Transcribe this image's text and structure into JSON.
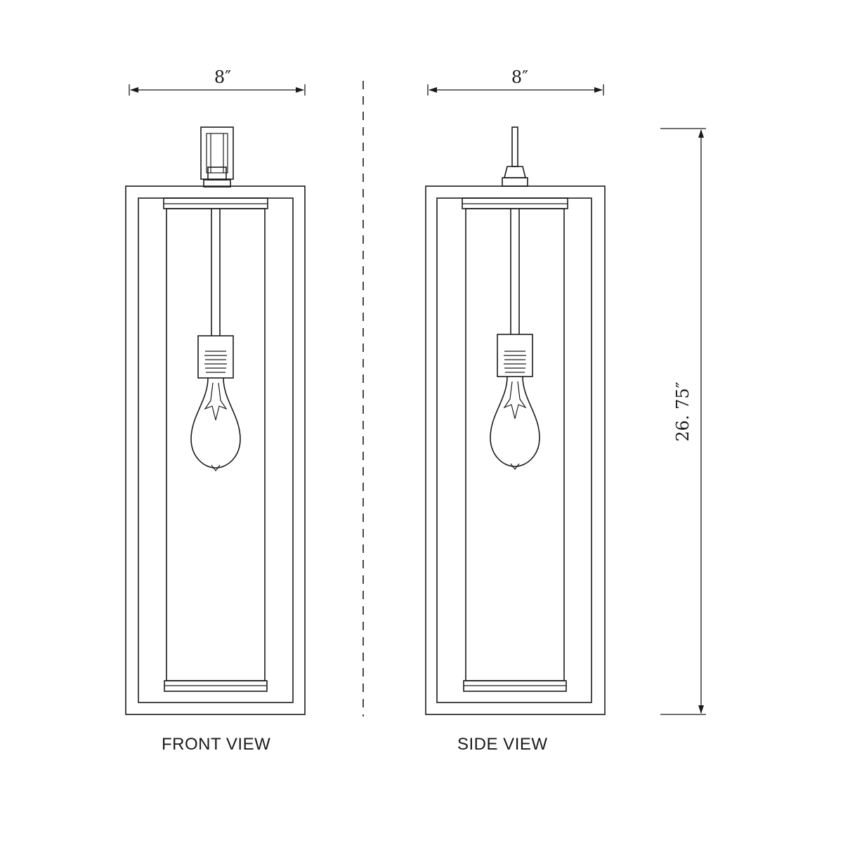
{
  "dimensions": {
    "front_width": "8″",
    "side_width": "8″",
    "height": "26. 75″"
  },
  "labels": {
    "front_view": "FRONT VIEW",
    "side_view": "SIDE VIEW"
  }
}
